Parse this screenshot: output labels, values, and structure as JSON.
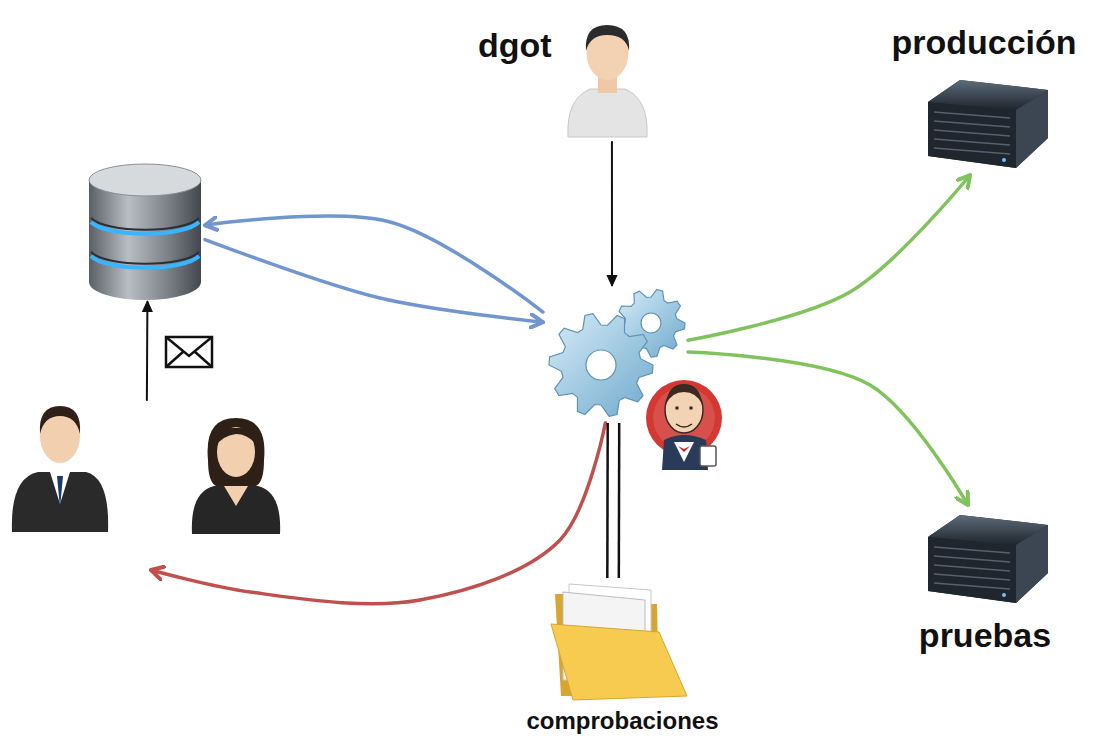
{
  "diagram": {
    "nodes": [
      {
        "text": [
          "dgot"
        ]
      },
      {
        "text": [
          "producción"
        ]
      },
      {
        "text": []
      },
      {
        "text": []
      },
      {
        "text": []
      },
      {
        "text": [
          "pruebas"
        ]
      },
      {
        "text": [
          "comprobaciones"
        ]
      }
    ],
    "edges": [
      {
        "from": 0,
        "to": 3,
        "arrow": "to"
      },
      {
        "from": 3,
        "to": 1,
        "arrow": "to"
      },
      {
        "from": 3,
        "to": 5,
        "arrow": "to"
      },
      {
        "from": 3,
        "to": 2,
        "arrow": "to"
      },
      {
        "from": 2,
        "to": 3,
        "arrow": "to"
      },
      {
        "from": 3,
        "to": 4,
        "arrow": "to"
      },
      {
        "from": 4,
        "to": 2,
        "arrow": "to"
      },
      {
        "from": 3,
        "to": 6,
        "arrow": "none"
      }
    ]
  }
}
